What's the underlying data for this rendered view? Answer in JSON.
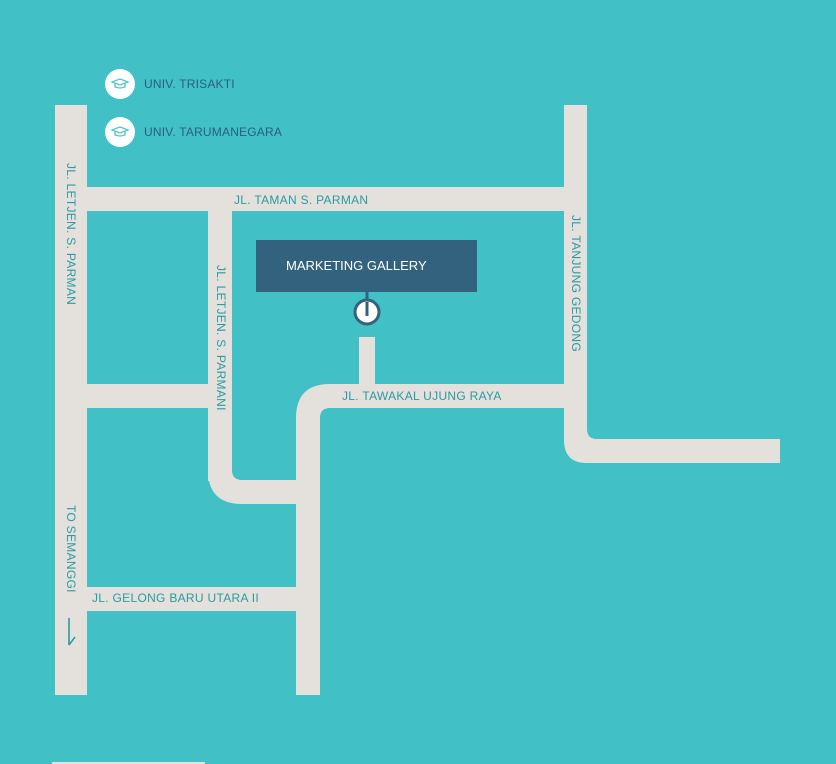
{
  "legend": [
    {
      "label": "UNIV. TRISAKTI",
      "icon": "graduation-cap-icon"
    },
    {
      "label": "UNIV. TARUMANEGARA",
      "icon": "graduation-cap-icon"
    }
  ],
  "streets": {
    "taman_s_parman": "JL. TAMAN S. PARMAN",
    "letjen_s_parman_left": "JL. LETJEN. S. PARMAN",
    "letjen_s_parman_inner": "JL. LETJEN. S. PARMANI",
    "tanjung_gedong": "JL. TANJUNG GEDONG",
    "tawakal_ujung_raya": "JL. TAWAKAL UJUNG RAYA",
    "gelong_baru_utara": "JL. GELONG BARU UTARA II",
    "to_semanggi": "TO SEMANGGI"
  },
  "marker": {
    "label": "MARKETING GALLERY",
    "icon": "location-pin-icon"
  },
  "colors": {
    "water": "#41c0c6",
    "road": "#e4e1dc",
    "label": "#2a9aa5",
    "marker": "#33627f",
    "legend_text": "#2a5f80"
  }
}
